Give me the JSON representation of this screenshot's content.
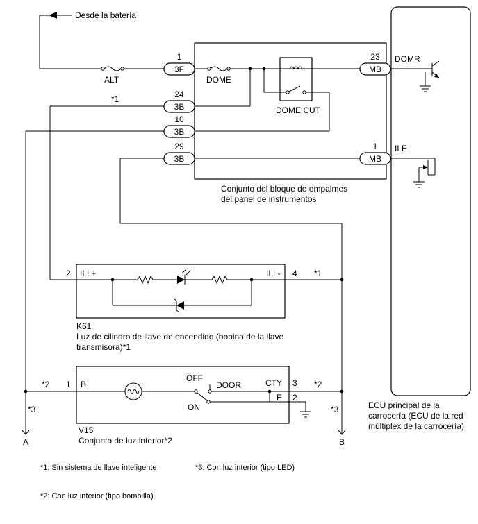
{
  "battery_label": "Desde la batería",
  "fuses": {
    "alt": "ALT",
    "dome": "DOME"
  },
  "relay_label": "DOME CUT",
  "junction_block": {
    "label_line1": "Conjunto del bloque de empalmes",
    "label_line2": "del panel de instrumentos",
    "connectors": [
      {
        "pin": "1",
        "name": "3F"
      },
      {
        "pin": "24",
        "name": "3B"
      },
      {
        "pin": "10",
        "name": "3B"
      },
      {
        "pin": "29",
        "name": "3B"
      }
    ],
    "mb_connectors": [
      {
        "pin": "23",
        "name": "MB",
        "signal": "DOMR"
      },
      {
        "pin": "1",
        "name": "MB",
        "signal": "ILE"
      }
    ]
  },
  "ecu": {
    "label_line1": "ECU principal de la",
    "label_line2": "carrocería (ECU de la red",
    "label_line3": "múltiplex de la carrocería)"
  },
  "k61": {
    "id": "K61",
    "label_line1": "Luz de cilindro de llave de encendido (bobina de la llave",
    "label_line2": "transmisora)*1",
    "pin_left": "2",
    "term_left": "ILL+",
    "pin_right": "4",
    "term_right": "ILL-"
  },
  "v15": {
    "id": "V15",
    "label": "Conjunto de luz interior*2",
    "pin_b": "1",
    "term_b": "B",
    "switch_off": "OFF",
    "switch_door": "DOOR",
    "switch_on": "ON",
    "pin_cty": "3",
    "term_cty": "CTY",
    "pin_e": "2",
    "term_e": "E"
  },
  "wire_notes": {
    "n1_top": "*1",
    "n1_right": "*1",
    "n2_left": "*2",
    "n2_right": "*2",
    "n3_left": "*3",
    "n3_right": "*3"
  },
  "terminals": {
    "a": "A",
    "b": "B"
  },
  "footnotes": {
    "f1": "*1: Sin sistema de llave inteligente",
    "f3": "*3: Con luz interior (tipo LED)",
    "f2": "*2: Con luz interior (tipo bombilla)"
  }
}
